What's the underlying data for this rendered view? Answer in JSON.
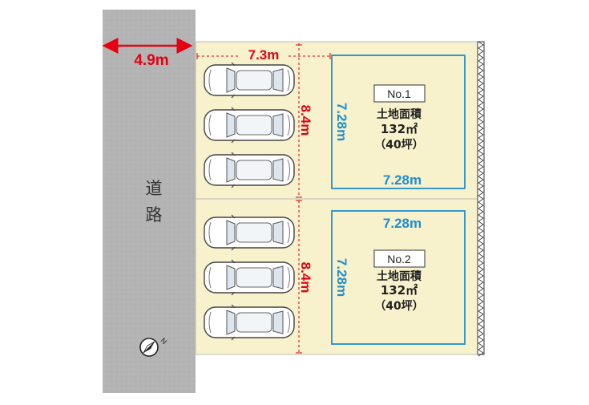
{
  "road": {
    "label_1": "道",
    "label_2": "路",
    "width_label": "4.9m"
  },
  "lots": [
    {
      "number": "No.1",
      "area_label": "土地面積",
      "area_sqm": "132㎡",
      "area_tsubo": "（40坪）",
      "frontage_label": "7.3m",
      "depth_label": "8.4m",
      "building_width_label": "7.28m",
      "building_depth_label": "7.28m"
    },
    {
      "number": "No.2",
      "area_label": "土地面積",
      "area_sqm": "132㎡",
      "area_tsubo": "（40坪）",
      "depth_label": "8.4m",
      "building_width_label": "7.28m",
      "building_depth_label": "7.28m"
    }
  ],
  "colors": {
    "road": "#b4b4b4",
    "lot_fill": "#f7f1cc",
    "building_outline": "#1f8ed1",
    "dimension_red": "#e60012",
    "dimension_blue": "#1f8ed1"
  },
  "icons": {
    "compass": "north-compass-icon",
    "car": "car-icon",
    "fence": "fence-icon"
  }
}
